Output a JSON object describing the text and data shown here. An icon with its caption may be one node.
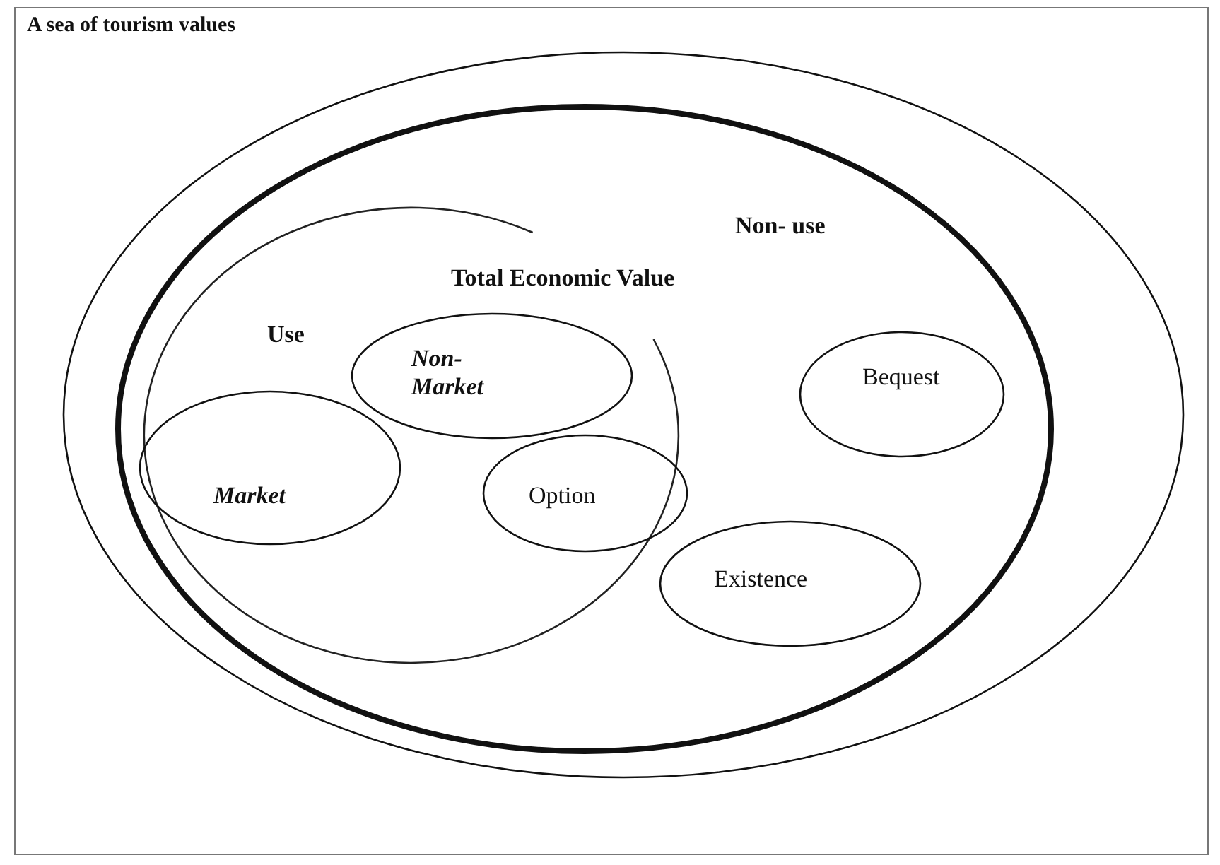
{
  "diagram": {
    "nodes": [
      {
        "text": [
          "A sea of tourism values"
        ]
      },
      {
        "text": [],
        "shape": "ellipse",
        "in": 0
      },
      {
        "text": [
          "Non- use"
        ],
        "in": 1
      },
      {
        "text": [
          "Total Economic Value",
          "Use"
        ],
        "in": 2
      },
      {
        "text": [
          "Non- Market"
        ],
        "in": 3
      },
      {
        "text": [
          "Market"
        ],
        "in": 3
      },
      {
        "text": [
          "Option"
        ],
        "in": 3
      },
      {
        "text": [
          "Bequest"
        ],
        "in": 2
      },
      {
        "text": [
          "Existence"
        ],
        "in": 2
      }
    ],
    "edges": []
  }
}
